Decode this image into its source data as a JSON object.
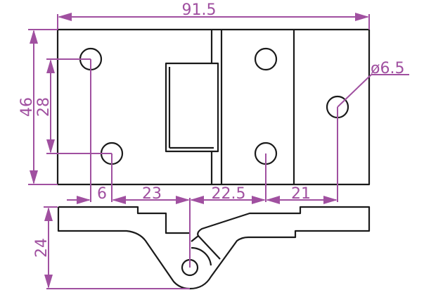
{
  "drawing": {
    "dimensions": {
      "overall_width": "91.5",
      "overall_height": "46",
      "hole_spacing_vertical": "28",
      "hole_diameter": "ø6.5",
      "offset_1": "6",
      "offset_2": "23",
      "offset_3": "22.5",
      "offset_4": "21",
      "side_height": "24"
    },
    "colors": {
      "outline": "#1a1a1a",
      "dimension": "#a050a0"
    }
  }
}
